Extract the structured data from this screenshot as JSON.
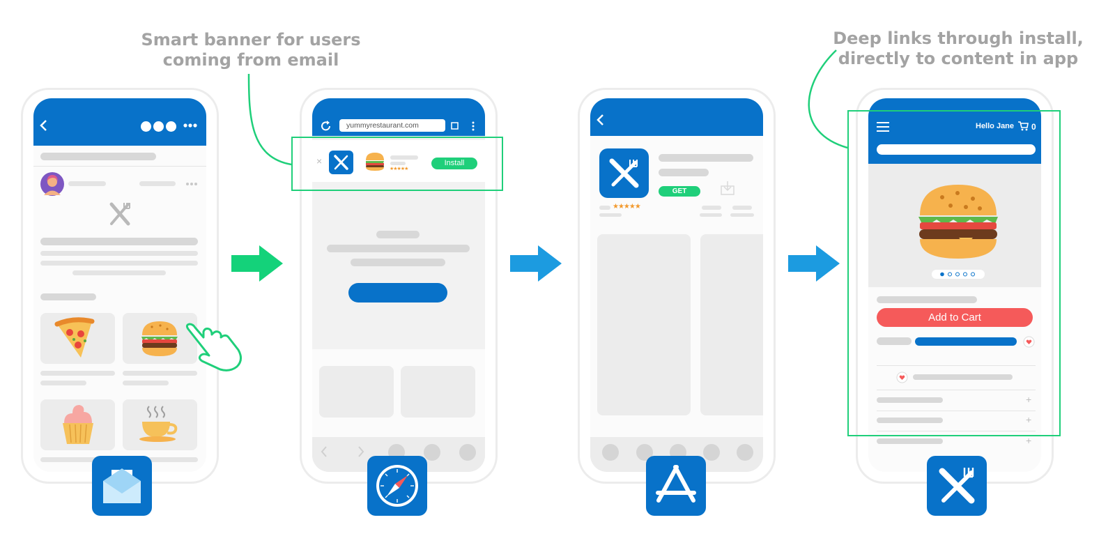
{
  "captions": {
    "smart_banner": "Smart banner for users\ncoming from email",
    "deep_links": "Deep links through install,\ndirectly to content in app"
  },
  "browser": {
    "url": "yummyrestaurant.com",
    "banner_close": "×",
    "install_label": "Install",
    "rating_stars": "★★★★★"
  },
  "app_store": {
    "get_label": "GET",
    "rating_stars": "★★★★★"
  },
  "app": {
    "greeting": "Hello Jane",
    "cart_count": "0",
    "add_to_cart_label": "Add to Cart",
    "accordion_plus": "+"
  },
  "colors": {
    "brand_blue": "#0872c9",
    "highlight_green": "#1fcf7a",
    "flow_arrow_green": "#14d27a",
    "flow_arrow_blue": "#1c9be0",
    "cta_red": "#f55a5a",
    "caption_grey": "#a3a3a3"
  },
  "icons": [
    "email-app-icon",
    "safari-app-icon",
    "app-store-icon",
    "restaurant-app-icon",
    "fork-knife-icon",
    "burger-icon",
    "pizza-icon",
    "cupcake-icon",
    "coffee-cup-icon",
    "pointing-hand-icon",
    "cart-icon",
    "heart-icon",
    "hamburger-menu-icon",
    "back-chevron-icon",
    "refresh-icon"
  ]
}
